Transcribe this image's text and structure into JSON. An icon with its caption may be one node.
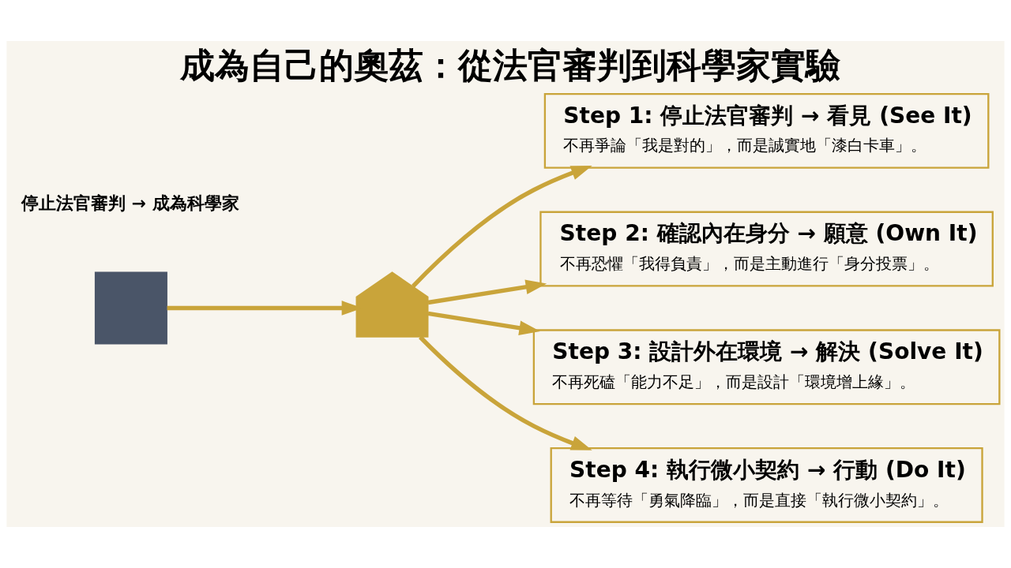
{
  "diagram": {
    "title": "成為自己的奧茲：從法官審判到科學家實驗",
    "nodes": [
      {
        "text": [],
        "shape": "box"
      },
      {
        "text": [],
        "shape": "box"
      },
      {
        "text": [
          "Step 1: 停止法官審判 → 看見 (See It)",
          "不再爭論「我是對的」，而是誠實地「漆白卡車」。"
        ]
      },
      {
        "text": [
          "Step 2: 確認內在身分 → 願意 (Own It)",
          "不再恐懼「我得負責」，而是主動進行「身分投票」。"
        ]
      },
      {
        "text": [
          "Step 3: 設計外在環境 → 解決 (Solve It)",
          "不再死磕「能力不足」，而是設計「環境增上緣」。"
        ]
      },
      {
        "text": [
          "Step 4: 執行微小契約 → 行動 (Do It)",
          "不再等待「勇氣降臨」，而是直接「執行微小契約」。"
        ]
      }
    ],
    "edges": [
      {
        "from": 0,
        "to": 1,
        "arrow": "to"
      },
      {
        "from": 1,
        "to": 2,
        "arrow": "to"
      },
      {
        "from": 1,
        "to": 3,
        "arrow": "to"
      },
      {
        "from": 1,
        "to": 4,
        "arrow": "to"
      },
      {
        "from": 1,
        "to": 5,
        "arrow": "to"
      }
    ],
    "labels": [
      "停止法官審判 → 成為科學家"
    ]
  }
}
